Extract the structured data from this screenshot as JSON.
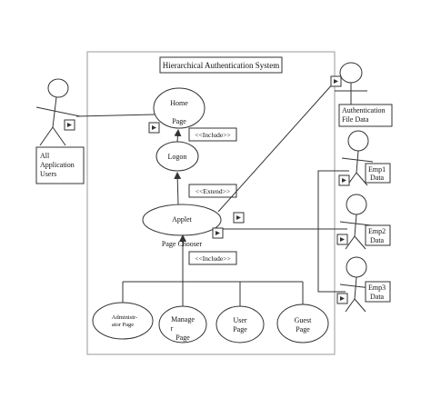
{
  "system": {
    "title": "Hierarchical Authentication System"
  },
  "actors": {
    "all_users": {
      "label_lines": [
        "All",
        "Application",
        "Users"
      ]
    },
    "auth_file": {
      "label_lines": [
        "Authentication",
        "File Data"
      ]
    },
    "emp1": {
      "label_lines": [
        "Emp1",
        "Data"
      ]
    },
    "emp2": {
      "label_lines": [
        "Emp2",
        "Data"
      ]
    },
    "emp3": {
      "label_lines": [
        "Emp3",
        "Data"
      ]
    }
  },
  "use_cases": {
    "home": {
      "line1": "Home",
      "line2": "Page"
    },
    "logon": {
      "label": "Logon"
    },
    "applet": {
      "label": "Applet",
      "sublabel": "Page Chooser"
    },
    "admin": {
      "line1": "Administr-",
      "line2": "ator Page"
    },
    "manager": {
      "line1": "Manage",
      "line2": "r",
      "line3": "Page"
    },
    "user": {
      "line1": "User",
      "line2": "Page"
    },
    "guest": {
      "line1": "Guest",
      "line2": "Page"
    }
  },
  "stereotypes": {
    "include_top": "<<Include>>",
    "extend": "<<Extend>>",
    "include_bottom": "<<Include>>"
  },
  "colors": {
    "stroke": "#333333",
    "box_stroke": "#999999",
    "background": "#ffffff"
  }
}
